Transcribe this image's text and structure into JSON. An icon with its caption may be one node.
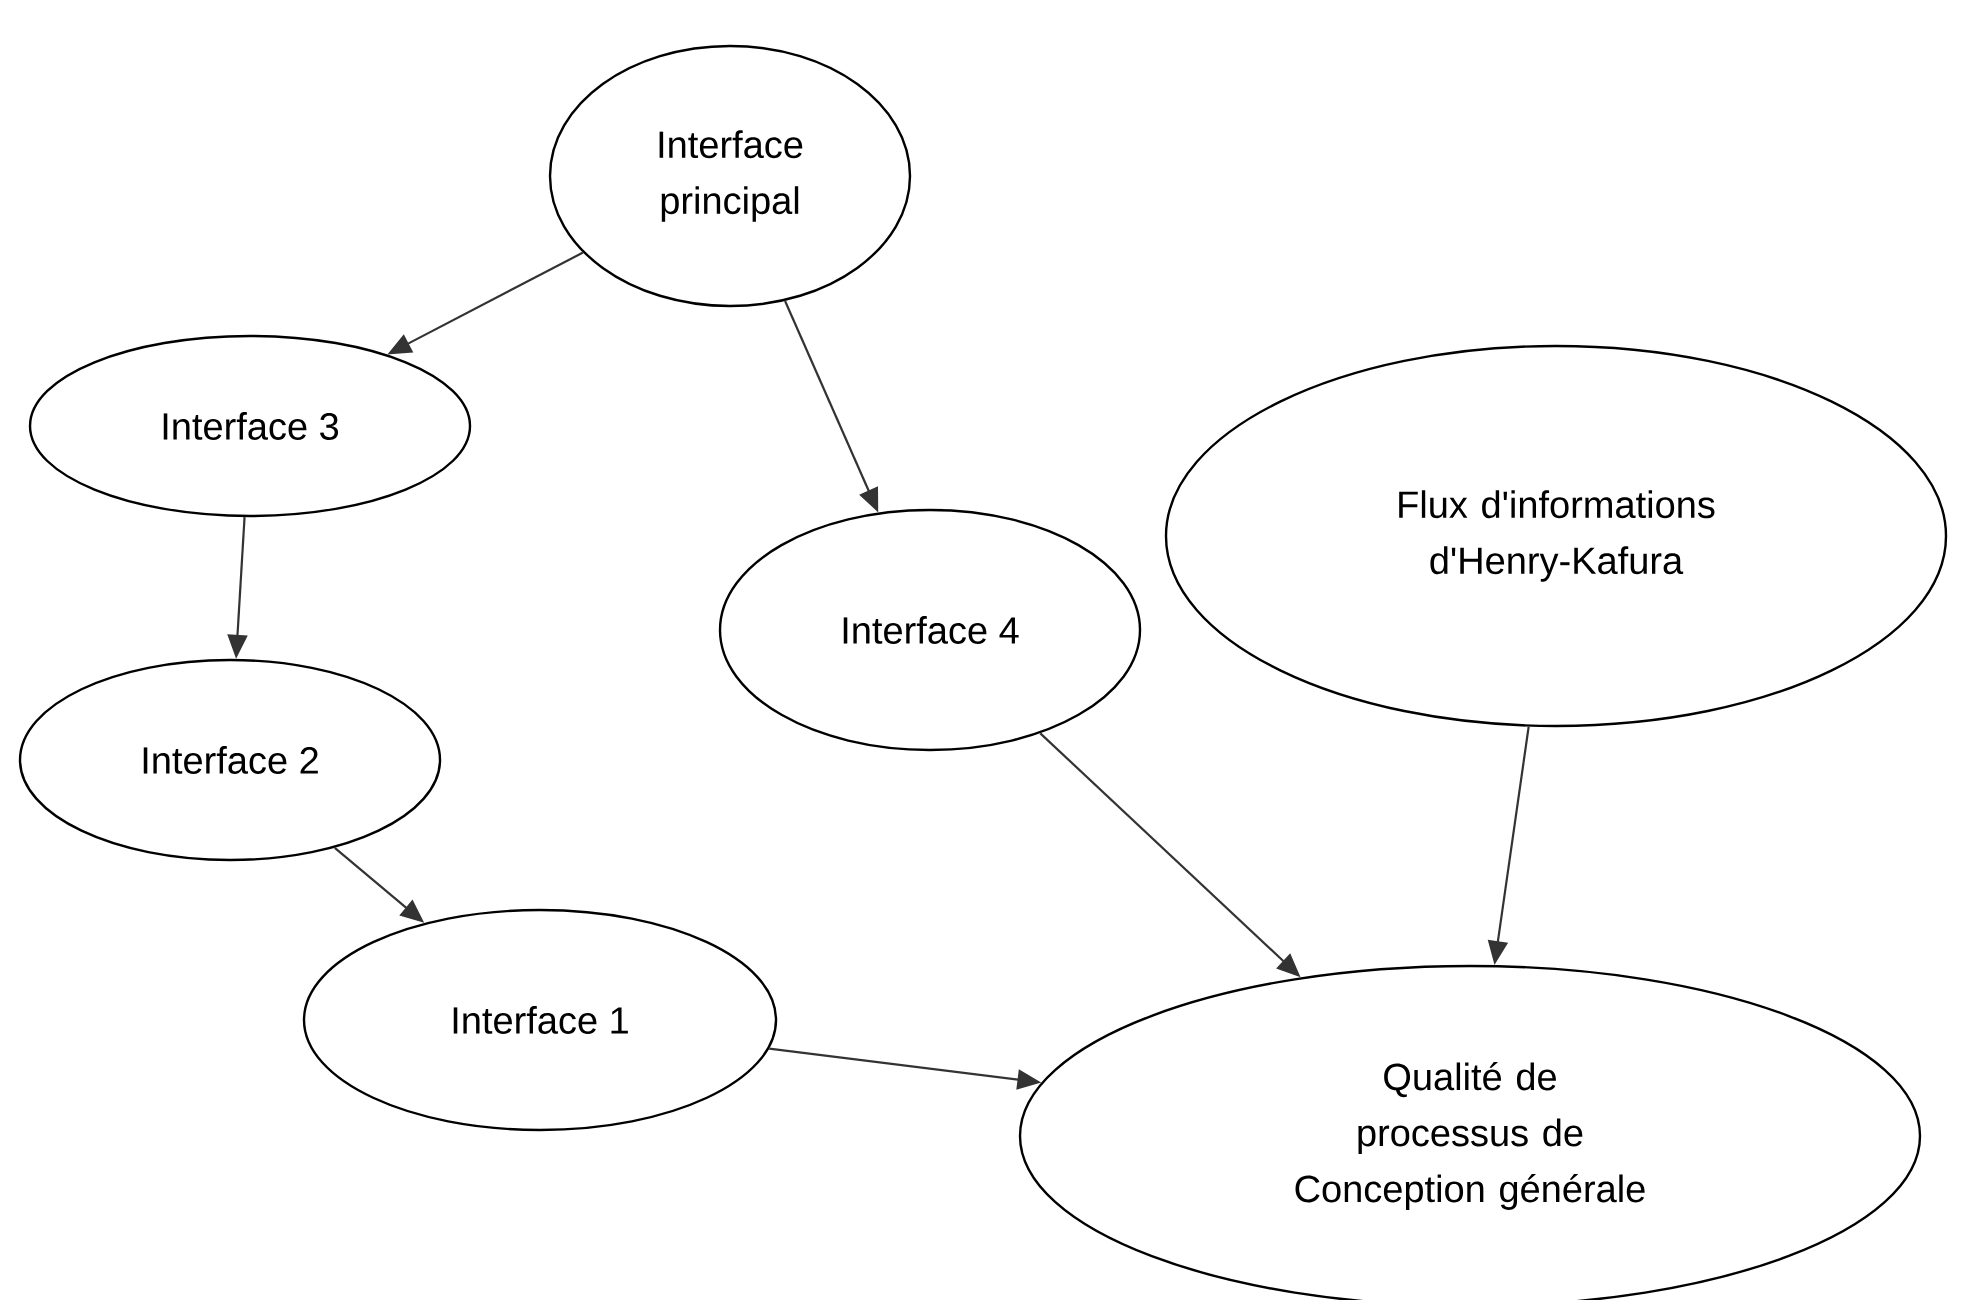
{
  "diagram": {
    "nodes": [
      {
        "text": [
          "Interface principal"
        ]
      },
      {
        "text": [
          "Interface 3"
        ]
      },
      {
        "text": [
          "Flux d'informations d'Henry-Kafura"
        ]
      },
      {
        "text": [
          "Interface 4"
        ]
      },
      {
        "text": [
          "Interface 2"
        ]
      },
      {
        "text": [
          "Interface 1"
        ]
      },
      {
        "text": [
          "Qualité de processus de Conception générale"
        ]
      }
    ],
    "edges": [
      {
        "from": 0,
        "to": 1,
        "arrow": "to"
      },
      {
        "from": 0,
        "to": 3,
        "arrow": "to"
      },
      {
        "from": 1,
        "to": 4,
        "arrow": "to"
      },
      {
        "from": 4,
        "to": 5,
        "arrow": "to"
      },
      {
        "from": 5,
        "to": 6,
        "arrow": "to"
      },
      {
        "from": 3,
        "to": 6,
        "arrow": "to"
      },
      {
        "from": 2,
        "to": 6,
        "arrow": "to"
      }
    ]
  }
}
